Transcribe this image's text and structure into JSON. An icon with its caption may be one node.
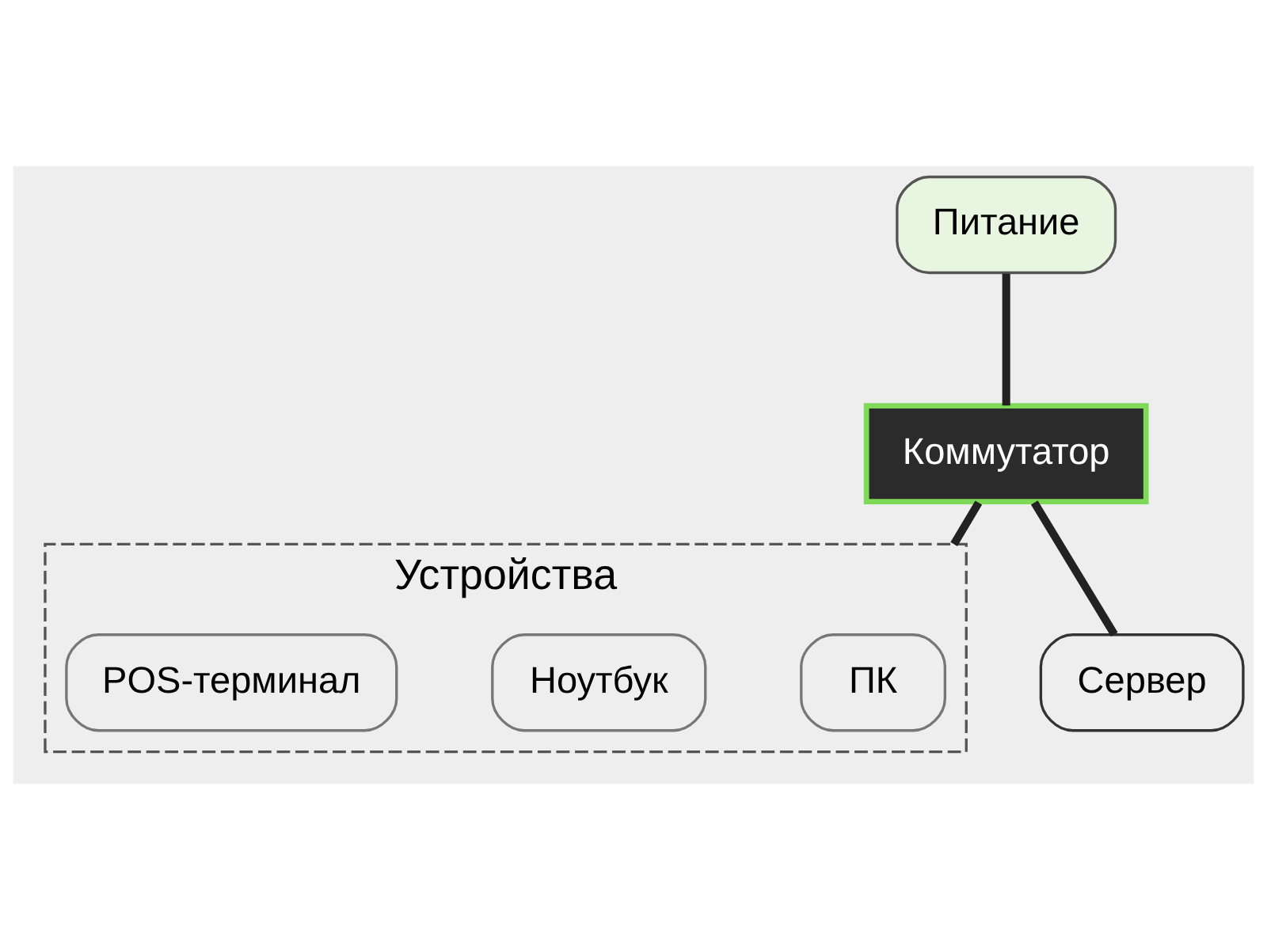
{
  "diagram": {
    "nodes": [
      {
        "text": [
          "Питание"
        ]
      },
      {
        "text": [
          "Коммутатор"
        ]
      },
      {
        "text": [
          "Устройства"
        ]
      },
      {
        "text": [
          "ПК"
        ],
        "in": 2
      },
      {
        "text": [
          "Ноутбук"
        ],
        "in": 2
      },
      {
        "text": [
          "POS-терминал"
        ],
        "in": 2
      },
      {
        "text": [
          "Сервер"
        ]
      }
    ],
    "edges": [
      {
        "from": 0,
        "to": 1,
        "arrow": "none"
      },
      {
        "from": 1,
        "to": 2,
        "arrow": "none"
      },
      {
        "from": 1,
        "to": 6,
        "arrow": "none"
      }
    ]
  }
}
